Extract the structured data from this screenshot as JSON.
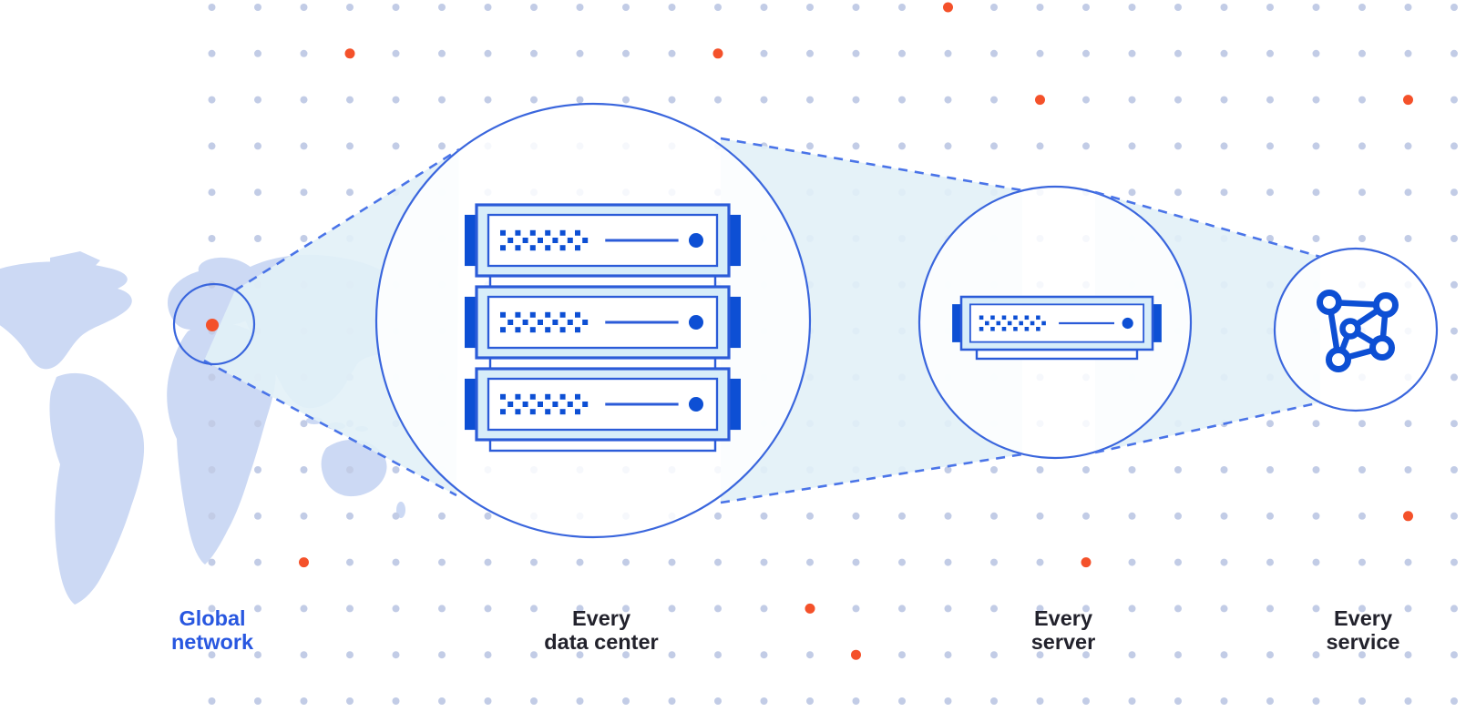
{
  "diagram": {
    "stages": [
      {
        "id": "global-network",
        "label_line1": "Global",
        "label_line2": "network",
        "label_color": "#2857e0"
      },
      {
        "id": "data-center",
        "label_line1": "Every",
        "label_line2": "data center",
        "label_color": "#22222c"
      },
      {
        "id": "server",
        "label_line1": "Every",
        "label_line2": "server",
        "label_color": "#22222c"
      },
      {
        "id": "service",
        "label_line1": "Every",
        "label_line2": "service",
        "label_color": "#22222c"
      }
    ]
  },
  "icons": {
    "map": "world-map",
    "marker": "location-dot-icon",
    "rack": "server-rack-icon",
    "single_server": "server-unit-icon",
    "mesh": "network-mesh-icon"
  },
  "colors": {
    "background": "#ffffff",
    "dot": "#c2cce6",
    "dot_orange": "#f4512a",
    "map_fill": "#ccd9f4",
    "beam_fill": "#e2f1f7",
    "circle_fill": "rgba(255,255,255,0.85)",
    "circle_stroke": "#3a66dd",
    "dashed_stroke": "#4a74e8",
    "ill_stroke": "#2b5bd8",
    "ill_light": "#d7edf9",
    "ill_dark": "#0d4fd4",
    "marker_orange": "#f4512a"
  },
  "background_grid": {
    "orange_dots": [
      [
        20,
        0
      ],
      [
        7,
        1
      ],
      [
        15,
        1
      ],
      [
        22,
        2
      ],
      [
        30,
        2
      ],
      [
        30,
        11
      ],
      [
        6,
        12
      ],
      [
        23,
        12
      ],
      [
        17,
        13
      ],
      [
        18,
        14
      ]
    ]
  }
}
